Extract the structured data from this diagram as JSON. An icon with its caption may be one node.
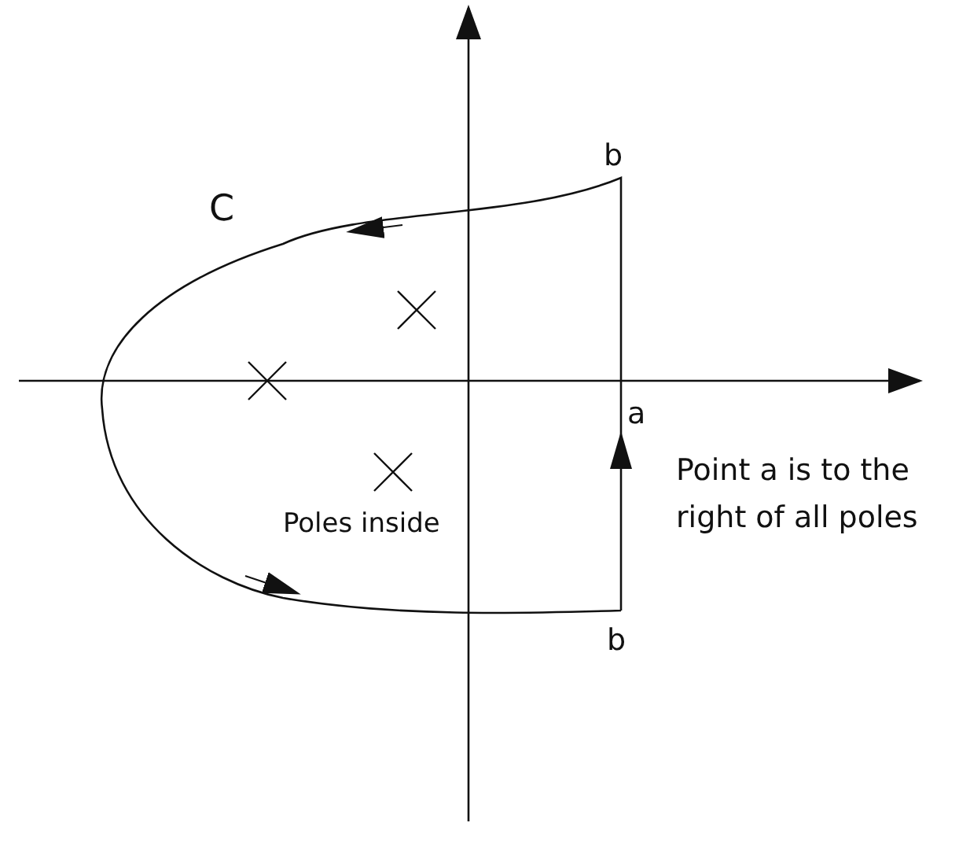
{
  "diagram": {
    "labels": [
      "b",
      "C",
      "a",
      "Point a is to the right of all poles",
      "Poles inside",
      "b"
    ]
  }
}
